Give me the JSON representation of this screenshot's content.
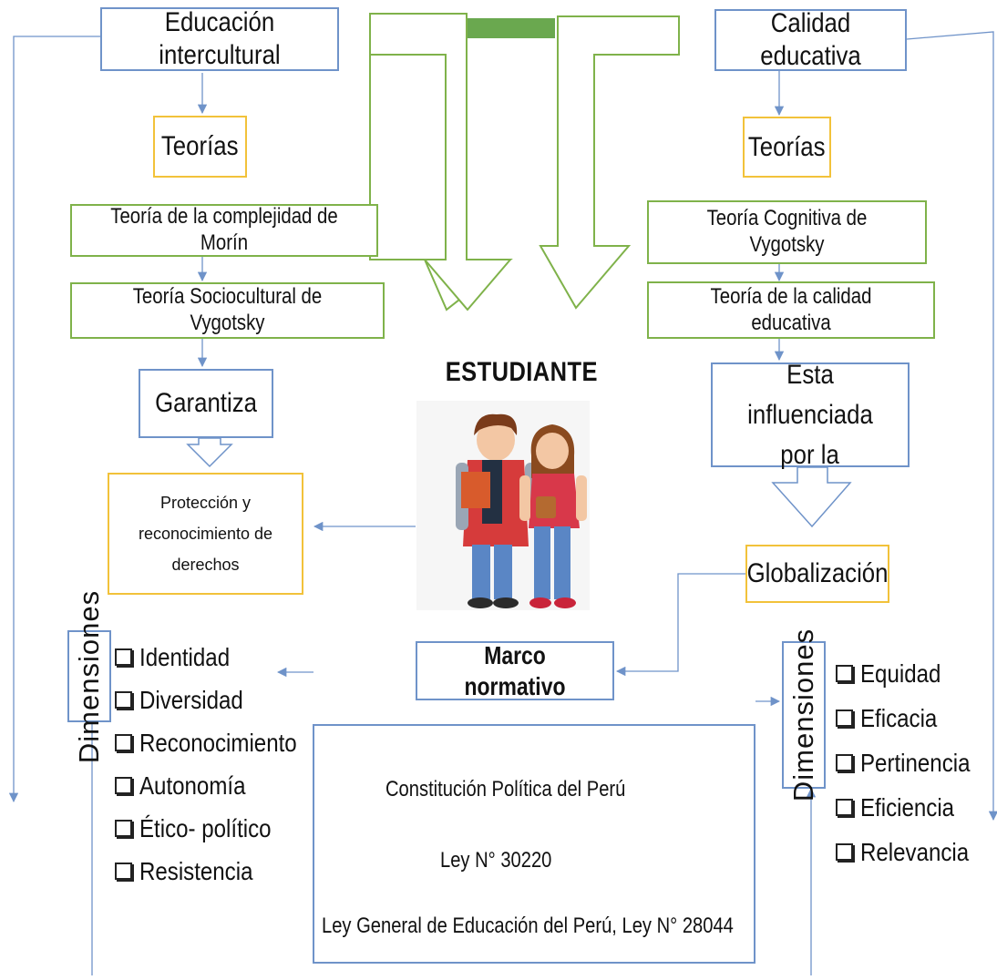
{
  "left": {
    "top": "Educación intercultural",
    "theories": "Teorías",
    "theory1": "Teoría de la complejidad de Morín",
    "theory2": "Teoría Sociocultural de Vygotsky",
    "guarantee": "Garantiza",
    "rights_lines": [
      "Protección y",
      "reconocimiento de",
      "derechos"
    ],
    "dimensions_label": "Dimensiones",
    "dimensions": [
      "Identidad",
      "Diversidad",
      "Reconocimiento",
      "Autonomía",
      "Ético- político",
      "Resistencia"
    ]
  },
  "center": {
    "student": "ESTUDIANTE",
    "framework": "Marco normativo",
    "laws": [
      "Constitución Política del Perú",
      "Ley N° 30220",
      "Ley General de Educación del Perú, Ley N° 28044"
    ]
  },
  "right": {
    "top": "Calidad educativa",
    "theories": "Teorías",
    "theory1": "Teoría Cognitiva de Vygotsky",
    "theory2": "Teoría de la calidad educativa",
    "influenced_lines": [
      "Esta influenciada",
      "por la"
    ],
    "globalization": "Globalización",
    "dimensions_label": "Dimensiones",
    "dimensions": [
      "Equidad",
      "Eficacia",
      "Pertinencia",
      "Eficiencia",
      "Relevancia"
    ]
  },
  "colors": {
    "blue": "#6f93c9",
    "gold": "#f2c23a",
    "green": "#7fb24a",
    "bar": "#6aa84f"
  },
  "icons": [
    "students-illustration",
    "checkbox-icon"
  ]
}
